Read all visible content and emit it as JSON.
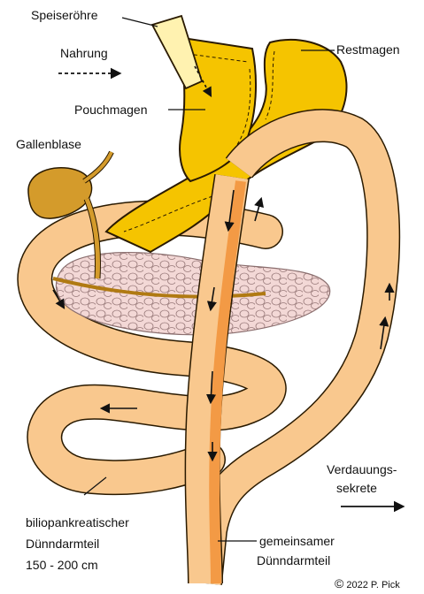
{
  "labels": {
    "esophagus": "Speiseröhre",
    "food": "Nahrung",
    "remnant_stomach": "Restmagen",
    "pouch_stomach": "Pouchmagen",
    "gallbladder": "Gallenblase",
    "digestive_secretions_1": "Verdauungs-",
    "digestive_secretions_2": "sekrete",
    "biliopancreatic_1": "biliopankreatischer",
    "biliopancreatic_2": "Dünndarmteil",
    "biliopancreatic_3": "150 - 200 cm",
    "common_limb_1": "gemeinsamer",
    "common_limb_2": "Dünndarmteil"
  },
  "copyright": {
    "symbol": "©",
    "text": "2022  P. Pick"
  },
  "colors": {
    "stomach_yellow": "#f5c400",
    "esophagus_pale": "#fff2b0",
    "intestine_tan": "#f9c88e",
    "intestine_dark": "#f39a45",
    "pancreas_pink": "#f3d8d6",
    "gallbladder_ochre": "#d49b2b",
    "outline": "#2a1a00"
  }
}
